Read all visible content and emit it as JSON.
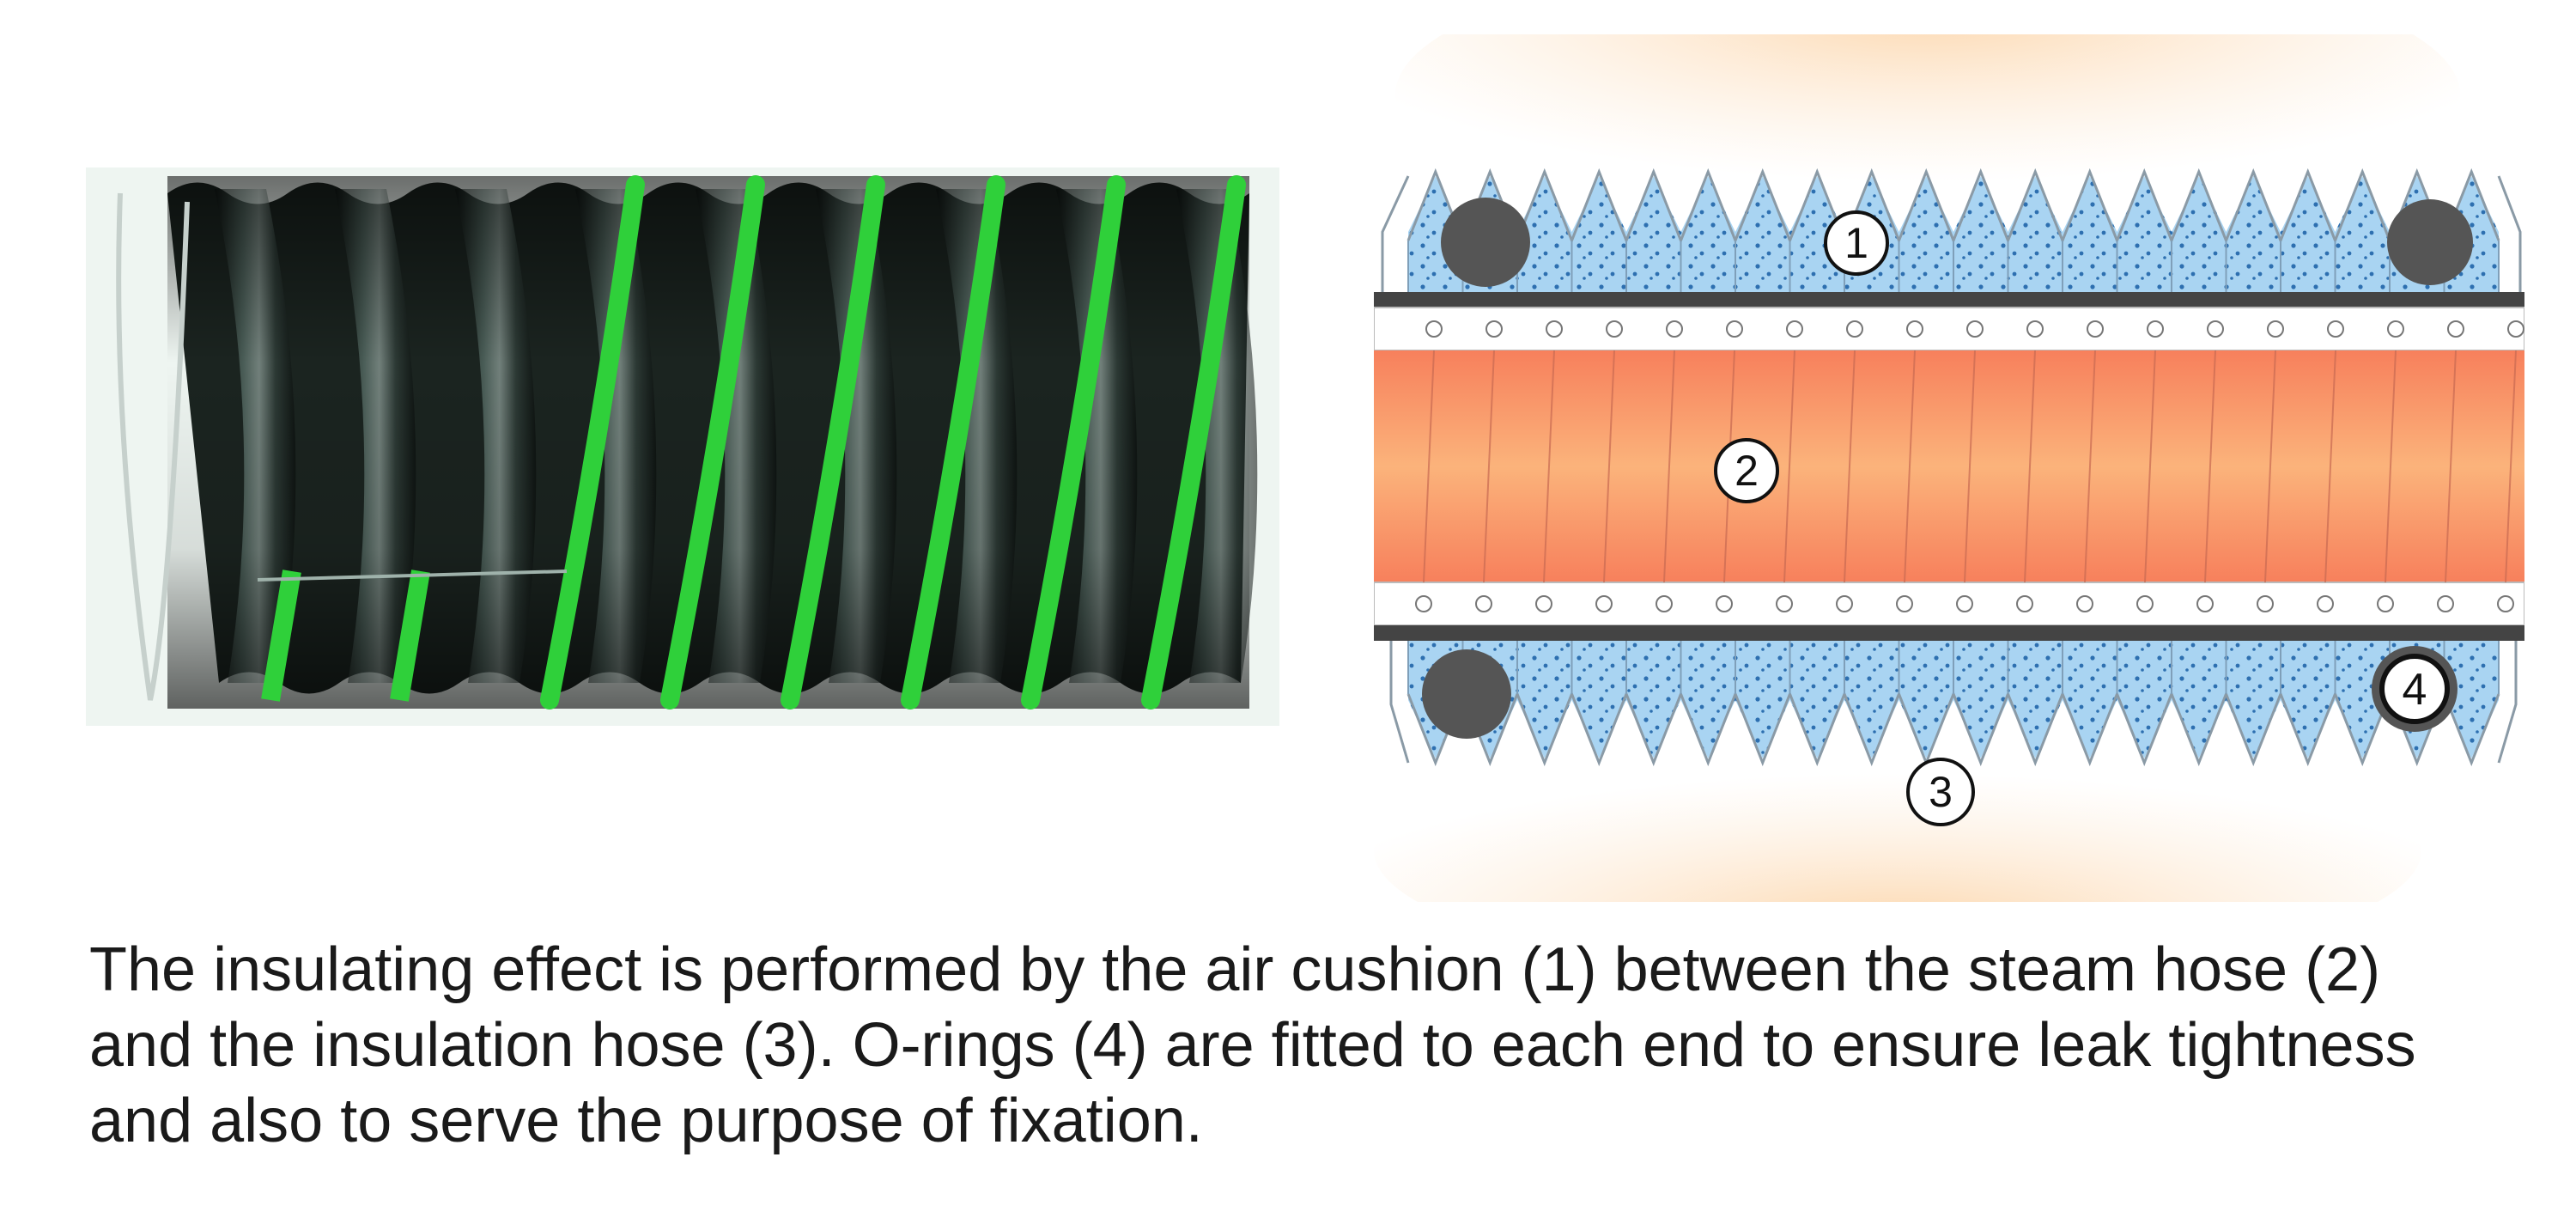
{
  "caption": {
    "lines": [
      "The insulating effect is performed by the air cushion (1) between the steam hose (2)",
      "and the insulation hose (3). O-rings (4) are fitted to each end to ensure leak tightness",
      "and also to serve the purpose of fixation."
    ]
  },
  "diagram": {
    "markers": [
      {
        "label": "1",
        "part": "air cushion"
      },
      {
        "label": "2",
        "part": "steam hose"
      },
      {
        "label": "3",
        "part": "insulation hose"
      },
      {
        "label": "4",
        "part": "O-rings"
      }
    ],
    "colors": {
      "air_cushion": "#a9d4f2",
      "air_dots": "#2d6fb0",
      "steam_hose": "#f98a5f",
      "steam_hose_center": "#fbb27a",
      "o_ring": "#555555",
      "warm_glow": "#fde3c4"
    }
  },
  "photo": {
    "colors": {
      "hose_body": "#1b2420",
      "stripe": "#2fd03a"
    }
  }
}
